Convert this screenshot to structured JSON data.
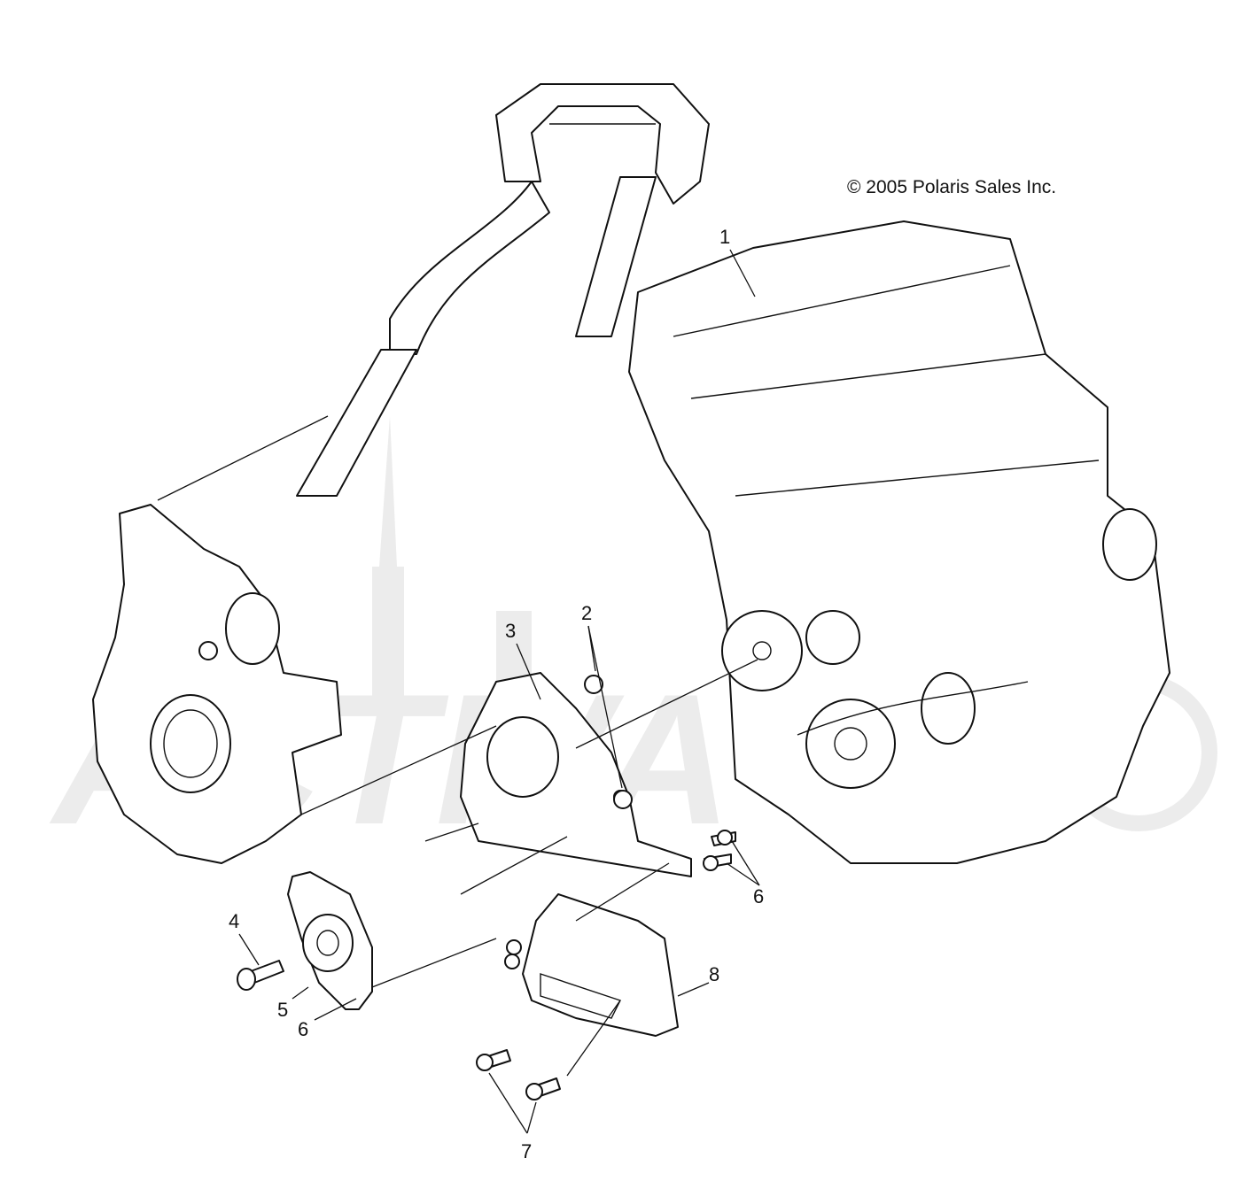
{
  "copyright": "© 2005 Polaris Sales Inc.",
  "callouts": [
    {
      "id": "1",
      "label": "1"
    },
    {
      "id": "2",
      "label": "2"
    },
    {
      "id": "3",
      "label": "3"
    },
    {
      "id": "4",
      "label": "4"
    },
    {
      "id": "5",
      "label": "5"
    },
    {
      "id": "6a",
      "label": "6"
    },
    {
      "id": "6b",
      "label": "6"
    },
    {
      "id": "7",
      "label": "7"
    },
    {
      "id": "8",
      "label": "8"
    }
  ],
  "watermark": {
    "text": "ACTIVA",
    "color": "#ececec"
  },
  "colors": {
    "line": "#111111",
    "background": "#ffffff"
  }
}
